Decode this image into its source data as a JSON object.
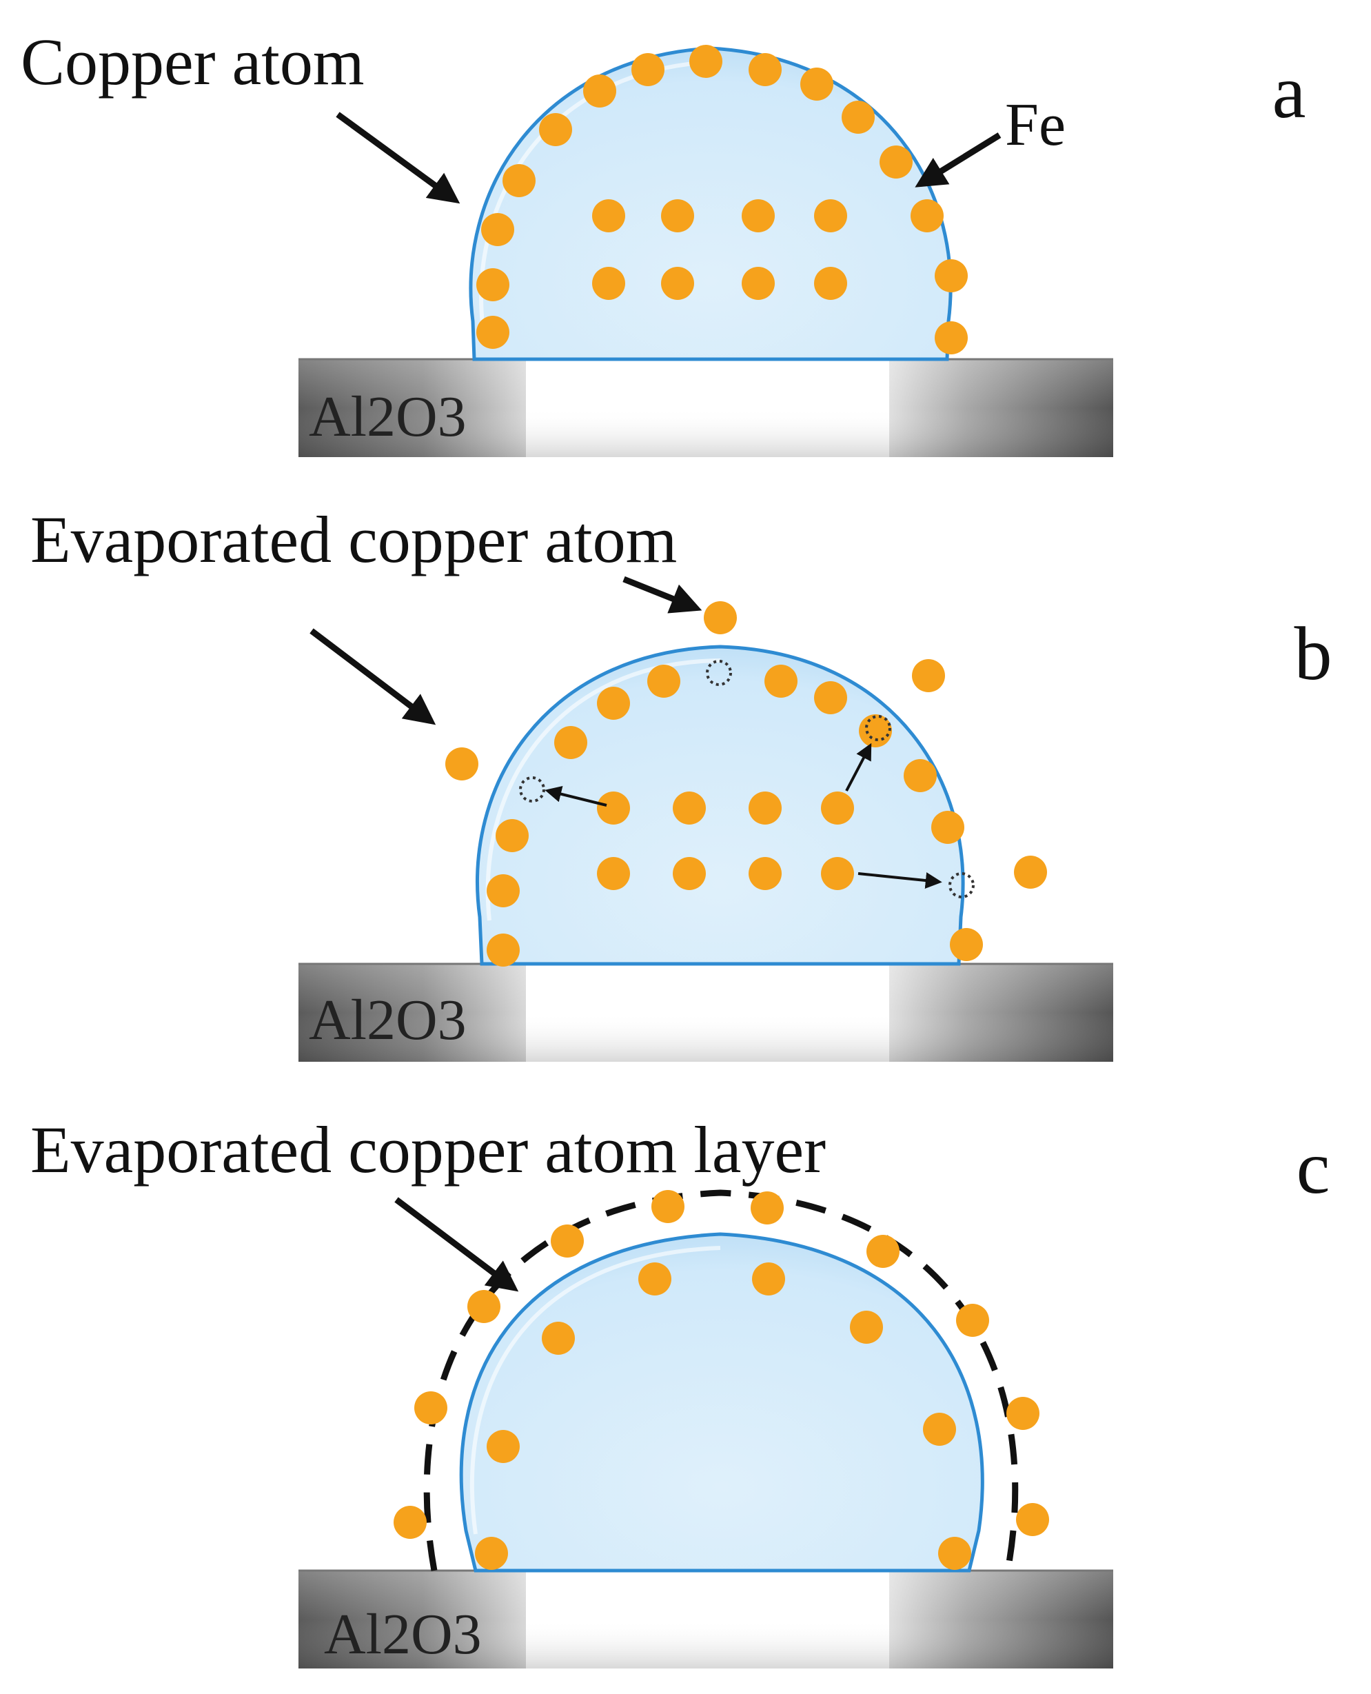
{
  "panels": [
    {
      "letter": "a",
      "substrate_label": "Al2O3",
      "callouts": [
        {
          "text": "Copper atom"
        },
        {
          "text": "Fe"
        }
      ]
    },
    {
      "letter": "b",
      "substrate_label": "Al2O3",
      "callouts": [
        {
          "text": "Evaporated copper atom"
        }
      ]
    },
    {
      "letter": "c",
      "substrate_label": "Al2O3",
      "callouts": [
        {
          "text": "Evaporated copper atom layer"
        }
      ]
    }
  ],
  "colors": {
    "particle_fill": "#f6a21c",
    "particle_fill_edge": "#e8941a",
    "particle_fill_light": "#ffc446",
    "particle_fill_dark": "#ee8d08",
    "particle_fill_lower": "#f8aa10",
    "droplet_fill": "#d2eafa",
    "droplet_stroke": "#2e8bd2",
    "substrate_dark": "#5b5b5b",
    "substrate_light": "#b8b8b8",
    "arrow": "#111111",
    "vacancy_stroke": "#333333"
  },
  "icons": {
    "particle": "filled-circle",
    "vacancy": "dotted-circle",
    "pointer": "arrow"
  }
}
